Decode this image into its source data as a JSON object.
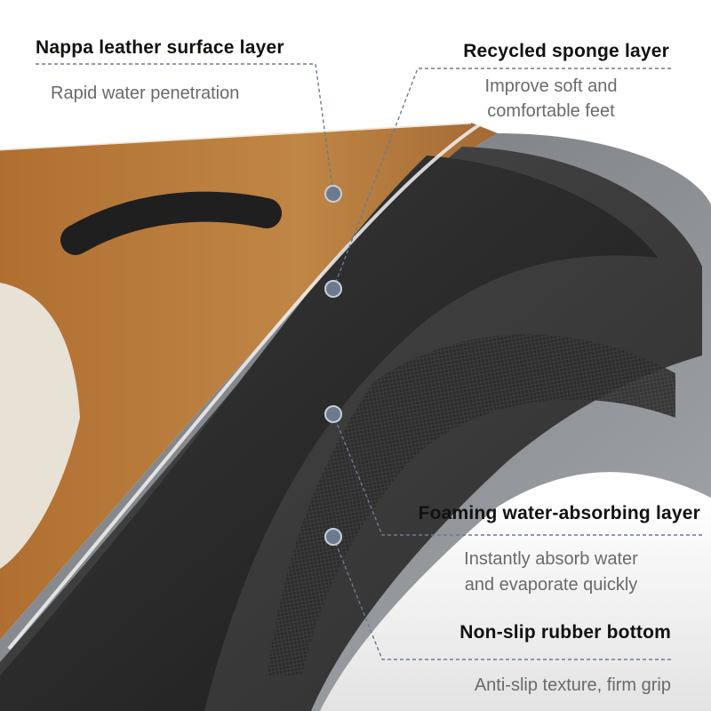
{
  "labels": {
    "leather": {
      "title": "Nappa leather surface layer",
      "desc": "Rapid water penetration"
    },
    "sponge": {
      "title": "Recycled sponge layer",
      "desc_line1": "Improve soft and",
      "desc_line2": "comfortable feet"
    },
    "foam": {
      "title": "Foaming water-absorbing layer",
      "desc_line1": "Instantly absorb water",
      "desc_line2": "and evaporate quickly"
    },
    "rubber": {
      "title": "Non-slip rubber bottom",
      "desc": "Anti-slip texture, firm grip"
    }
  },
  "colors": {
    "leather": "#b97a3e",
    "cream_print": "#e8e2d8",
    "dark_print": "#1c1c1c",
    "sponge": "#2a2a2a",
    "foam": "#3e3e3e",
    "rubber": "#8c8f94",
    "leader_line": "#6d7a8e",
    "dot": "#6d7a8e"
  }
}
